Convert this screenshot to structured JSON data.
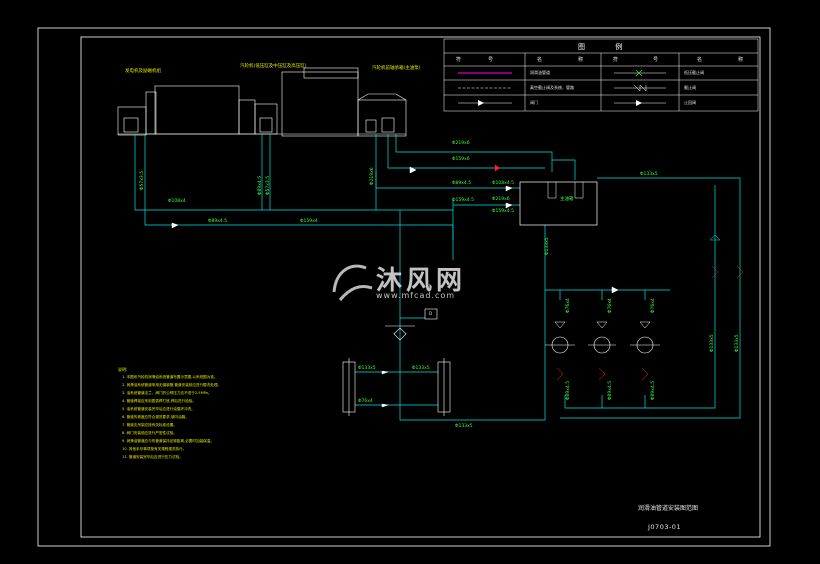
{
  "legend": {
    "title": "图 例",
    "headers": [
      "符",
      "号",
      "名",
      "称",
      "符",
      "号",
      "名",
      "称"
    ],
    "items": [
      {
        "name": "润滑油管道"
      },
      {
        "name": "低压截止阀"
      },
      {
        "name": "真空截止阀及系统、管路"
      },
      {
        "name": "截止阀"
      },
      {
        "name": "阀门"
      },
      {
        "name": "止回阀"
      }
    ]
  },
  "equipment_labels": {
    "left": "发电机及励磁机组",
    "middle": "汽轮机(低压缸及中压缸及高压缸)",
    "right": "汽轮机前轴承箱(主油泵)"
  },
  "tank": {
    "label": "主油箱"
  },
  "pipes": [
    "Φ57x3.5",
    "Φ108x4",
    "Φ89x4.5",
    "Φ159x4",
    "Φ89x4.5",
    "Φ57x3.5",
    "Φ219x6",
    "Φ219x6",
    "Φ159x6",
    "Φ89x4.5",
    "Φ108x4.5",
    "Φ219x6",
    "Φ159x4.5",
    "Φ159x4.5",
    "Φ133x5",
    "Φ133x5",
    "Φ133x5",
    "Φ133x5",
    "Φ76x4",
    "Φ76x4",
    "Φ76x4",
    "Φ89x4.5",
    "Φ89x4.5",
    "Φ89x4.5",
    "Φ133x5",
    "Φ133x5",
    "Φ76x4",
    "Φ133x5"
  ],
  "tags": {
    "valve_box": "D"
  },
  "watermark": {
    "main": "沐风网",
    "url": "www.mfcad.com"
  },
  "notes": {
    "header": "说明:",
    "lines": [
      "1. 本图系汽轮机润滑油系统管道布置示意图,以系统图为准。",
      "2. 润滑油系统管道采用无缝钢管,管道安装前应进行酸洗处理。",
      "3. 油系统管道法兰、阀门的公称压力应不低于2.5MPa。",
      "4. 管道焊接应采用氩弧焊打底,焊后进行检验。",
      "5. 油系统管道安装完毕后应进行油循环冲洗。",
      "6. 管道的坡度应符合规范要求,坡向油箱。",
      "7. 管道支吊架应按有关标准设置。",
      "8. 阀门安装前应进行严密性试验。",
      "9. 润滑油管道应与热管道保持足够距离,必要时加装保温。",
      "10. 其他未尽事项按有关规程规范执行。",
      "11. 管道安装完毕后应进行压力试验。"
    ]
  },
  "title_block": {
    "title": "润滑油管道安装图范图",
    "drawing_no": "J0703-01"
  },
  "colors": {
    "background": "#000000",
    "frame": "#ffffff",
    "pipe": "#00e5e5",
    "equipment": "#ffffff",
    "dimension_text": "#39ff39",
    "note_text": "#e6e600",
    "valve_red": "#ff2020",
    "magenta": "#ff00ff"
  }
}
